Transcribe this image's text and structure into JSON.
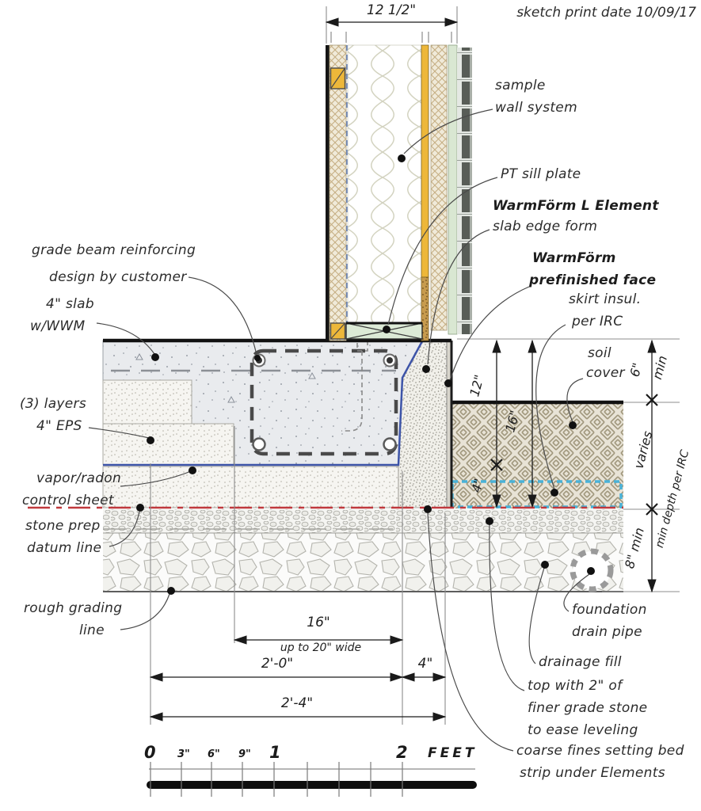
{
  "meta": {
    "print_date": "sketch print date 10/09/17"
  },
  "labels": {
    "sample_wall_1": "sample",
    "sample_wall_2": "wall system",
    "pt_sill": "PT sill plate",
    "l_element_1": "WarmFörm L Element",
    "l_element_2": "slab edge form",
    "warmform_face_1": "WarmFörm",
    "warmform_face_2": "prefinished face",
    "skirt_1": "skirt insul.",
    "skirt_2": "per IRC",
    "soil_1": "soil",
    "soil_2": "cover",
    "grade_beam_1": "grade beam reinforcing",
    "grade_beam_2": "design by customer",
    "slab_1": "4\" slab",
    "slab_2": "w/WWM",
    "eps_1": "(3) layers",
    "eps_2": "4\" EPS",
    "vapor_1": "vapor/radon",
    "vapor_2": "control sheet",
    "stone_prep_1": "stone prep",
    "stone_prep_2": "datum line",
    "rough_1": "rough grading",
    "rough_2": "line",
    "foundation_1": "foundation",
    "foundation_2": "drain pipe",
    "drainage": "drainage fill",
    "finer_1": "top with 2\" of",
    "finer_2": "finer grade stone",
    "finer_3": "to ease leveling",
    "coarse_1": "coarse fines setting bed",
    "coarse_2": "strip under Elements"
  },
  "dimensions": {
    "wall_width": "12 1/2\"",
    "beam_width": "16\"",
    "beam_width_note": "up to 20\" wide",
    "foot_width": "2'-0\"",
    "leg_width": "4\"",
    "total_width": "2'-4\"",
    "leg_height": "12\"",
    "total_height": "16\"",
    "foot_thickness": "4\"",
    "soil_cover": "6\"",
    "soil_cover_min": "min",
    "varies": "varies",
    "min_depth": "min depth per IRC",
    "fill_depth": "8\" min"
  },
  "scale_bar": {
    "marks": [
      "0",
      "3\"",
      "6\"",
      "9\"",
      "1",
      "2"
    ],
    "unit": "FEET"
  },
  "colors": {
    "sheathing_yellow": "#edb73a",
    "sill_green": "#dcead6",
    "vapor_blue": "#3d54a8",
    "datum_red": "#c0393d",
    "skirt_cyan": "#49b2d8",
    "concrete_gray": "#e9ebee",
    "soil_tan": "#e8e3d6"
  }
}
